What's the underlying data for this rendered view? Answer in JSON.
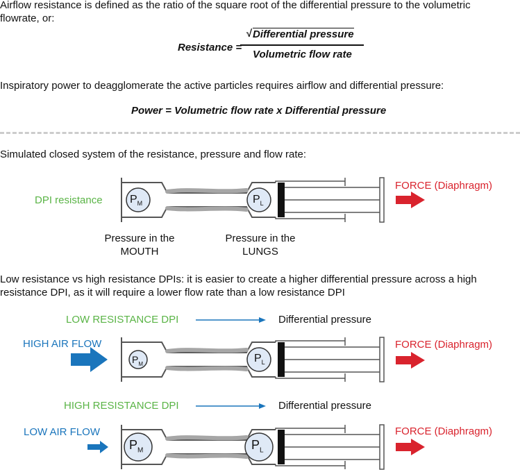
{
  "intro": {
    "definition": "Airflow resistance is defined as the ratio of the square root of the differential pressure to the volumetric flowrate, or:",
    "resistance_lhs": "Resistance =",
    "resistance_num": "Differential pressure",
    "resistance_den": "Volumetric flow rate",
    "power_intro": "Inspiratory power to deagglomerate the active particles requires airflow and differential pressure:",
    "power_formula": "Power = Volumetric flow rate x Differential pressure"
  },
  "closed_system": {
    "caption": "Simulated closed system of the resistance, pressure and flow rate:",
    "dpi_label": "DPI resistance",
    "force_label": "FORCE (Diaphragm)",
    "mouth_label_1": "Pressure in the",
    "mouth_label_2": "MOUTH",
    "lungs_label_1": "Pressure in the",
    "lungs_label_2": "LUNGS",
    "pm_main": "P",
    "pm_sub": "M",
    "pl_main": "P",
    "pl_sub": "L"
  },
  "comparison": {
    "caption": "Low resistance vs high resistance DPIs: it is easier to create a higher differential pressure across a high resistance DPI, as it will require a lower flow rate than a low resistance DPI",
    "low_dpi_label": "LOW RESISTANCE DPI",
    "low_dp_label": "Differential pressure",
    "high_airflow_label": "HIGH AIR FLOW",
    "force_label_1": "FORCE (Diaphragm)",
    "high_dpi_label": "HIGH RESISTANCE DPI",
    "high_dp_label": "Differential pressure",
    "low_airflow_label": "LOW AIR FLOW",
    "force_label_2": "FORCE (Diaphragm)"
  },
  "colors": {
    "green": "#5ab446",
    "red": "#d9232d",
    "blue": "#1a75bc",
    "circle_fill": "#dfe9f6",
    "tube_gray": "#a6a6a6",
    "outline": "#555555"
  }
}
